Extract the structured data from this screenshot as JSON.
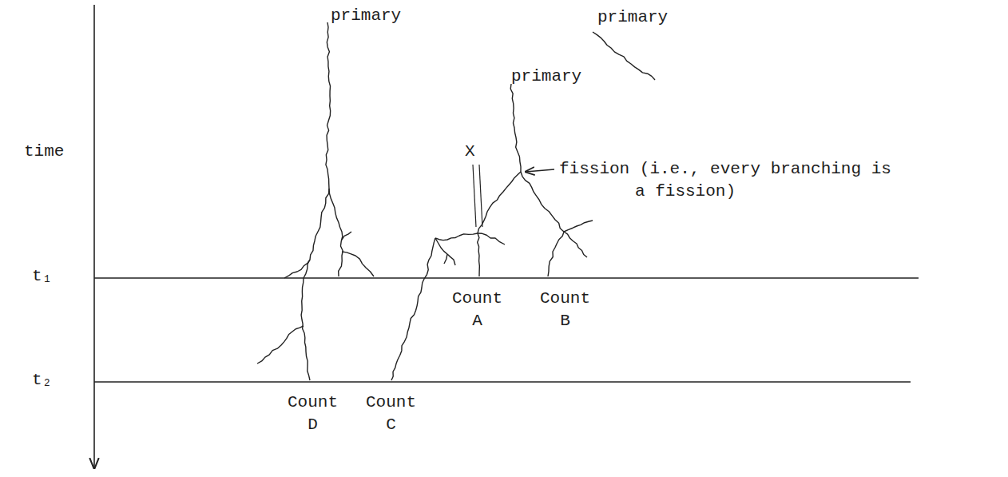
{
  "diagram": {
    "labels": [
      "time",
      "primary",
      "primary",
      "primary",
      "fission (i.e., every branching is a fission)",
      "X",
      "t₁",
      "t₂",
      "Count A",
      "Count B",
      "Count D",
      "Count C"
    ]
  }
}
